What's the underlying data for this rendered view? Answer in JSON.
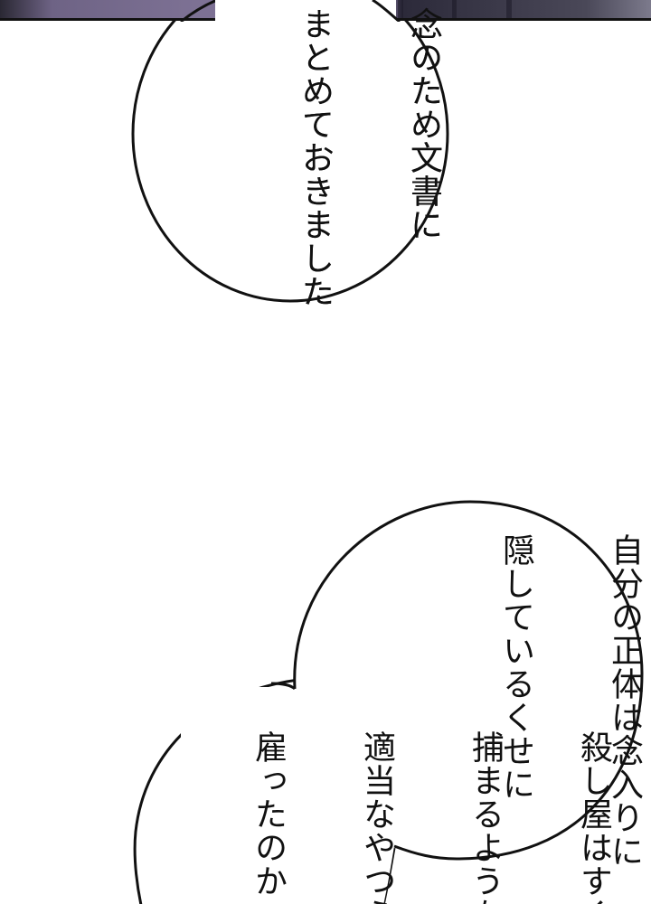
{
  "panel": {
    "top_strip_colors": {
      "left": "#7d7194",
      "right": "#3a3848",
      "border": "#111111"
    }
  },
  "bubbles": [
    {
      "id": "bubble-1",
      "lines": [
        "念のため文書に",
        "まとめておきました"
      ]
    },
    {
      "id": "bubble-2",
      "lines": [
        "自分の正体は念入りに",
        "隠しているくせに"
      ]
    },
    {
      "id": "bubble-3",
      "lines": [
        "殺し屋はすぐ",
        "捕まるような",
        "適当なやつら",
        "雇ったのか…"
      ]
    }
  ],
  "colors": {
    "bubble_fill": "#ffffff",
    "bubble_stroke": "#111111",
    "text": "#111111"
  }
}
